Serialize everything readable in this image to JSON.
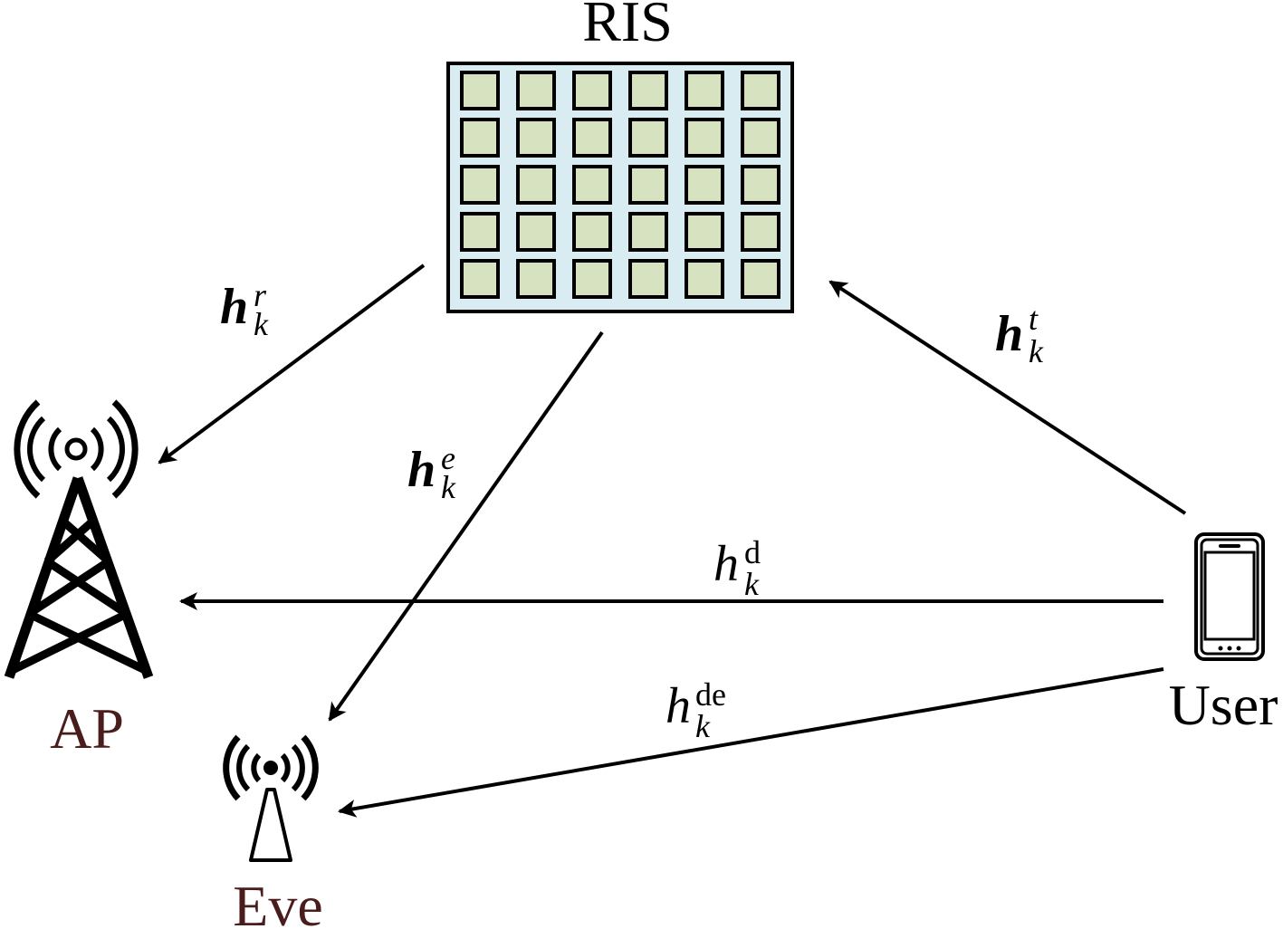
{
  "nodes": {
    "ris": {
      "label": "RIS",
      "label_color": "#000000"
    },
    "ap": {
      "label": "AP",
      "label_color": "#4a1c1c"
    },
    "eve": {
      "label": "Eve",
      "label_color": "#4a1c1c"
    },
    "user": {
      "label": "User",
      "label_color": "#000000"
    }
  },
  "ris_panel": {
    "rows": 5,
    "cols": 6,
    "panel_color": "#d8ecf2",
    "element_color": "#d6e2c0"
  },
  "channels": {
    "h_r": {
      "base": "h",
      "sub": "k",
      "sup": "r",
      "bold": true
    },
    "h_e": {
      "base": "h",
      "sub": "k",
      "sup": "e",
      "bold": true
    },
    "h_t": {
      "base": "h",
      "sub": "k",
      "sup": "t",
      "bold": true
    },
    "h_d": {
      "base": "h",
      "sub": "k",
      "sup": "d",
      "bold": false
    },
    "h_de": {
      "base": "h",
      "sub": "k",
      "sup": "de",
      "bold": false
    }
  },
  "icons": {
    "ap": "radio-tower-icon",
    "eve": "antenna-icon",
    "user": "smartphone-icon",
    "ris": "reflecting-surface-icon"
  }
}
